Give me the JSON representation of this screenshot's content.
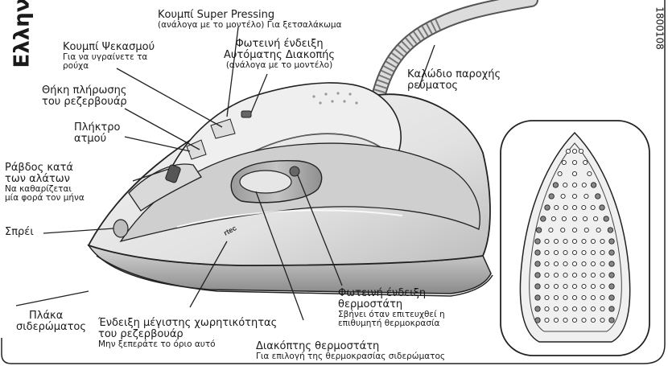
{
  "language_tab": "Ελλην",
  "doc_code": "1800108",
  "iron": {
    "brand_mark": "rtec"
  },
  "labels": {
    "super_pressing": {
      "title": "Κουμπί Super Pressing",
      "sub": "(ανάλογα με το μοντέλο) Για ξετσαλάκωμα"
    },
    "auto_off_light": {
      "title": "Φωτεινή ένδειξη",
      "title2": "Αυτόματης Διακοπής",
      "sub": "(ανάλογα με το μοντέλο)"
    },
    "spray_button": {
      "title": "Κουμπί Ψεκασμού",
      "sub": "Για να υγραίνετε τα",
      "sub2": "ρούχα"
    },
    "filler_cap": {
      "title": "Θήκη πλήρωσης",
      "title2": "του ρεζερβουάρ"
    },
    "steam_button": {
      "title": "Πλήκτρο",
      "title2": "ατμού"
    },
    "anticalc_rod": {
      "title": "Ράβδος κατά",
      "title2": "των αλάτων",
      "sub": "Να καθαρίζεται",
      "sub2": "μία φορά τον μήνα"
    },
    "spray": {
      "title": "Σπρέι"
    },
    "power_cord": {
      "title": "Καλώδιο παροχής",
      "title2": "ρεύματος"
    },
    "soleplate": {
      "title": "Πλάκα",
      "title2": "σιδερώματος"
    },
    "max_fill": {
      "title": "Ένδειξη μέγιστης χωρητικότητας",
      "title2": "του ρεζερβουάρ",
      "sub": "Μην ξεπεράτε το όριο αυτό"
    },
    "thermostat_light": {
      "title": "Φωτεινή ένδειξη",
      "title2": "θερμοστάτη",
      "sub": "Σβήνει όταν επιτευχθεί η",
      "sub2": "επιθυμητή θερμοκρασία"
    },
    "thermostat_dial": {
      "title": "Διακόπτης θερμοστάτη",
      "sub": "Για επιλογή της θερμοκρασίας σιδερώματος"
    }
  }
}
